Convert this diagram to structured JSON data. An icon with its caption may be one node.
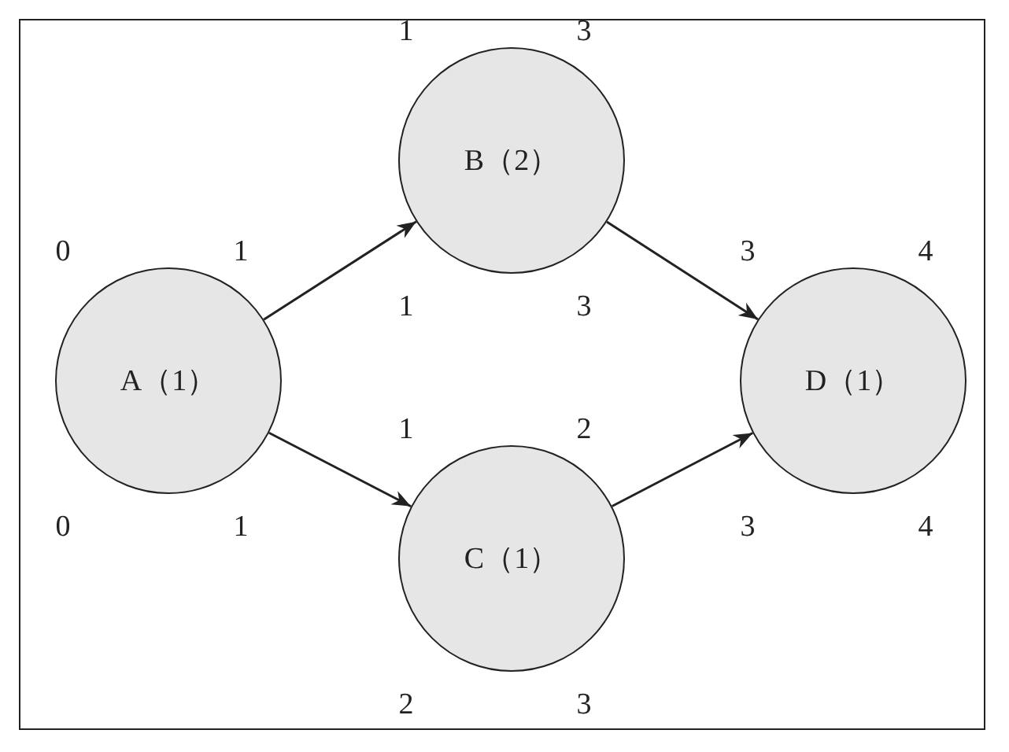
{
  "diagram": {
    "nodes": [
      {
        "text": [
          "A（1）"
        ],
        "beside": [
          "0",
          "1",
          "0",
          "1"
        ]
      },
      {
        "text": [
          "B（2）"
        ],
        "beside": [
          "1",
          "3",
          "1",
          "3"
        ]
      },
      {
        "text": [
          "C（1）"
        ],
        "beside": [
          "1",
          "2",
          "2",
          "3"
        ]
      },
      {
        "text": [
          "D（1）"
        ],
        "beside": [
          "3",
          "4",
          "3",
          "4"
        ]
      }
    ],
    "edges": [
      {
        "from": 0,
        "to": 1,
        "arrow": "to"
      },
      {
        "from": 0,
        "to": 2,
        "arrow": "to"
      },
      {
        "from": 1,
        "to": 3,
        "arrow": "to"
      },
      {
        "from": 2,
        "to": 3,
        "arrow": "to"
      }
    ]
  }
}
